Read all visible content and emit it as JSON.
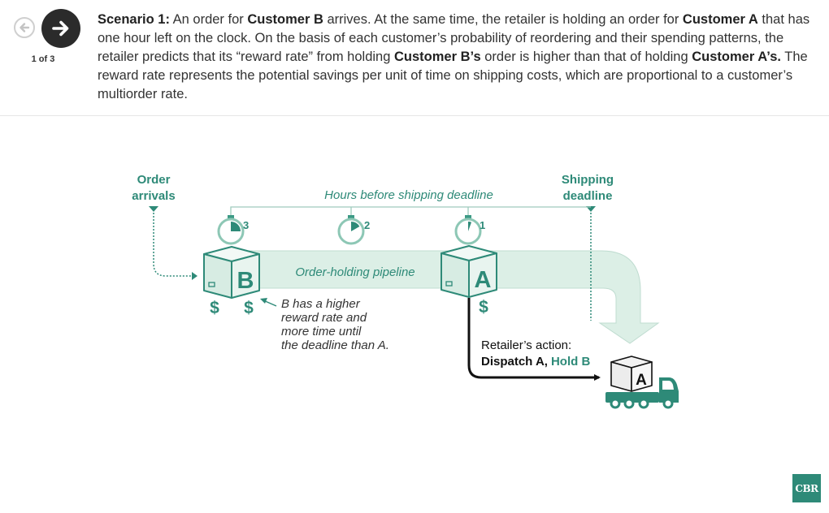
{
  "nav": {
    "prev_label": "Previous",
    "next_label": "Next",
    "counter": "1 of 3"
  },
  "caption": {
    "lead": "Scenario 1:",
    "t1": " An order for ",
    "b1": "Customer B",
    "t2": " arrives. At the same time, the retailer is holding an order for ",
    "b2": "Customer A",
    "t3": " that has one hour left on the clock. On the basis of each customer’s probability of reordering and their spending patterns, the retailer predicts that its “reward rate” from holding ",
    "b3": "Customer B’s",
    "t4": " order is higher than that of holding ",
    "b4": "Customer A’s.",
    "t5": " The reward rate represents the potential savings per unit of time on shipping costs, which are proportional to a customer’s multiorder rate."
  },
  "diagram": {
    "order_arrivals_1": "Order",
    "order_arrivals_2": "arrivals",
    "shipping_deadline_1": "Shipping",
    "shipping_deadline_2": "deadline",
    "hours_label": "Hours before shipping deadline",
    "timers": [
      "3",
      "2",
      "1"
    ],
    "pipeline_label": "Order-holding pipeline",
    "box_b": "B",
    "box_a": "A",
    "dollar": "$",
    "note_lines": [
      "B has a higher",
      "reward rate and",
      "more time until",
      "the deadline than A."
    ],
    "action_title": "Retailer’s action:",
    "action_dispatch": "Dispatch A,",
    "action_hold": "Hold B",
    "truck_box": "A"
  },
  "colors": {
    "accent": "#2e8a78",
    "pipeline": "#dcefe6",
    "pipeline_stroke": "#bfdcd0",
    "box_fill": "#e4f2ec"
  },
  "logo": "CBR"
}
